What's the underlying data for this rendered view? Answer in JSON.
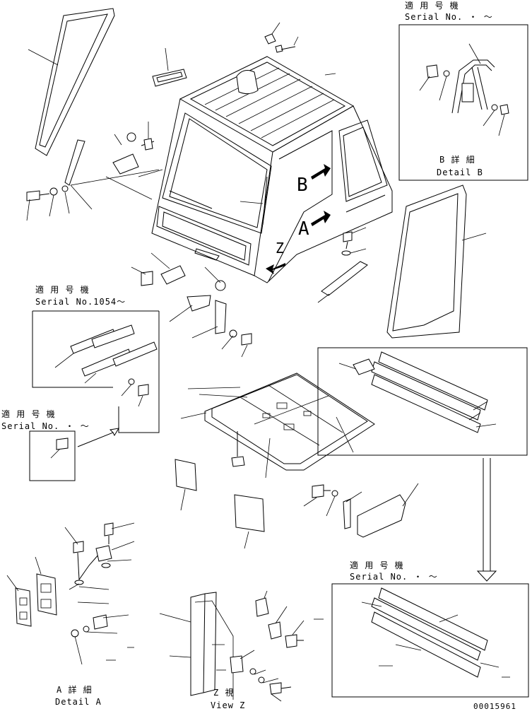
{
  "callouts": {
    "serial_top_right": {
      "jp": "適 用 号 機",
      "serial": "Serial No.  ・ ～"
    },
    "serial_left_1054": {
      "jp": "適 用 号 機",
      "serial": "Serial No.1054～"
    },
    "serial_left_mid": {
      "jp": "適 用 号 機",
      "serial": "Serial No.  ・ ～"
    },
    "serial_bottom_right": {
      "jp": "適 用 号 機",
      "serial": "Serial No.  ・ ～"
    }
  },
  "details": {
    "detail_b": {
      "jp": "B 詳 細",
      "en": "Detail B"
    },
    "detail_a": {
      "jp": "A 詳 細",
      "en": "Detail A"
    },
    "view_z": {
      "jp": "Z  視",
      "en": "View Z"
    }
  },
  "view_markers": {
    "a": "A",
    "b": "B",
    "z": "Z"
  },
  "drawing_number": "00015961"
}
